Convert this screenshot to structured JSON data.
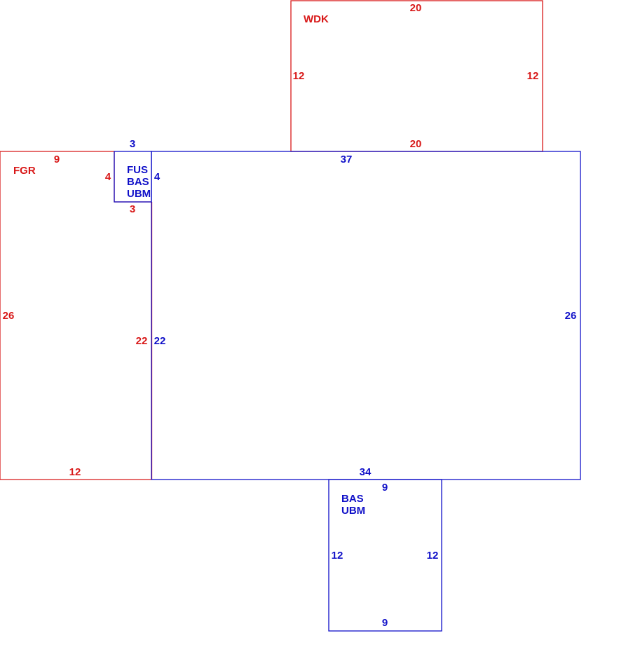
{
  "colors": {
    "blue": "#1010c8",
    "red": "#d81818"
  },
  "areas": [
    {
      "id": "wdk",
      "color": "red",
      "codes": [
        "WDK"
      ],
      "dimensions": {
        "top": "20",
        "left": "12",
        "right": "12",
        "bottom": "20"
      }
    },
    {
      "id": "fgr",
      "color": "red",
      "codes": [
        "FGR"
      ],
      "dimensions": {
        "top": "9",
        "notch_side": "4",
        "notch_bottom": "3",
        "left": "26",
        "right": "22",
        "bottom": "12"
      }
    },
    {
      "id": "fus",
      "color": "blue",
      "codes": [
        "FUS",
        "BAS",
        "UBM"
      ],
      "dimensions": {
        "top": "3",
        "right": "4"
      }
    },
    {
      "id": "main",
      "color": "blue",
      "codes": [],
      "dimensions": {
        "top": "37",
        "left": "22",
        "right": "26",
        "bottom": "34"
      }
    },
    {
      "id": "bas",
      "color": "blue",
      "codes": [
        "BAS",
        "UBM"
      ],
      "dimensions": {
        "top": "9",
        "left": "12",
        "right": "12",
        "bottom": "9"
      }
    }
  ]
}
